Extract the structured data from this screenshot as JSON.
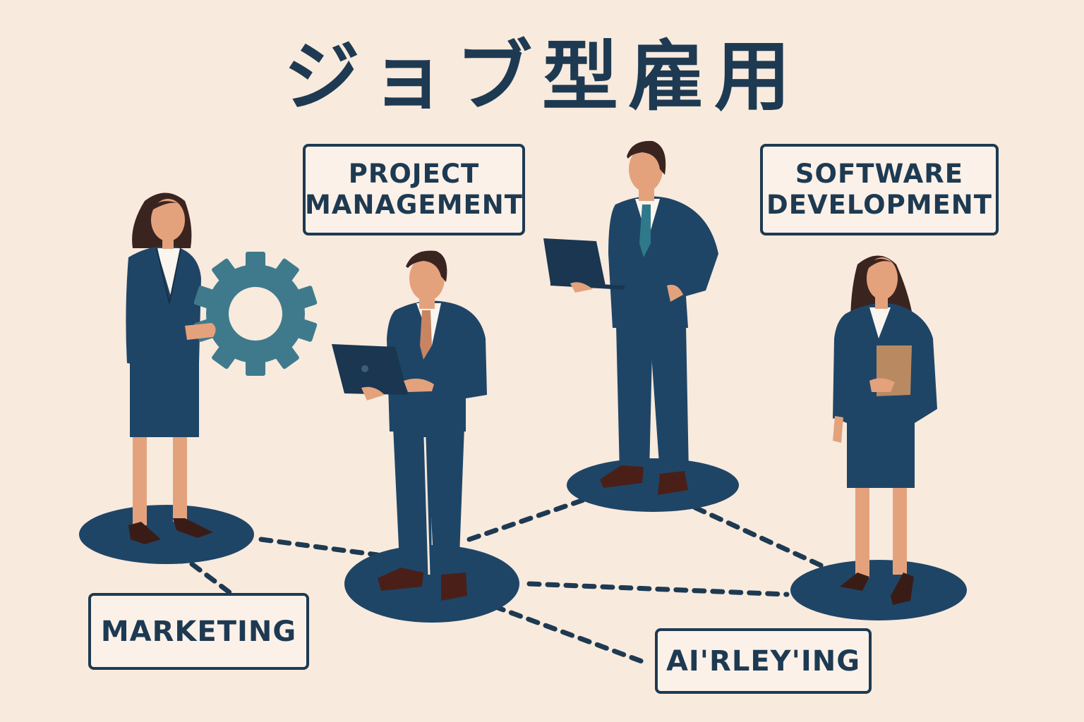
{
  "title": "ジョブ型雇用",
  "labels": {
    "project_management": [
      "PROJECT",
      "MANAGEMENT"
    ],
    "software_development": [
      "SOFTWARE",
      "DEVELOPMENT"
    ],
    "marketing": [
      "MARKETING"
    ],
    "ai_label": [
      "AI'RLEY'ING"
    ]
  },
  "figures": [
    {
      "id": "woman-with-gear",
      "prop": "gear-icon"
    },
    {
      "id": "man-with-laptop-center",
      "prop": "laptop-icon"
    },
    {
      "id": "man-with-laptop-top",
      "prop": "laptop-icon"
    },
    {
      "id": "woman-with-folder",
      "prop": "folder-icon"
    }
  ],
  "colors": {
    "background": "#f8eadd",
    "navy": "#1e3a52",
    "suit": "#1f4566",
    "teal_gear": "#3f7a8c",
    "skin": "#e4a27c",
    "hair": "#3a2420",
    "shoes": "#4a1f18",
    "tie_orange": "#c98462",
    "tie_teal": "#2f7a8a",
    "folder": "#b98a62",
    "shirt": "#fbf5ef"
  }
}
